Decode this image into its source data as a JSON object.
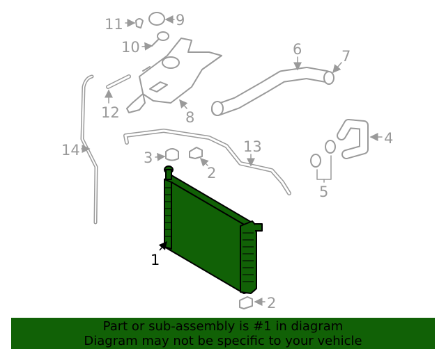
{
  "diagram": {
    "callouts": [
      "1",
      "2",
      "2",
      "3",
      "4",
      "5",
      "6",
      "7",
      "8",
      "9",
      "10",
      "11",
      "12",
      "13",
      "14"
    ],
    "highlight_color": "#116106",
    "line_color": "#9a9a9a"
  },
  "banner": {
    "line1": "Part or sub-assembly is #1 in diagram",
    "line2": "Diagram may not be specific to your vehicle",
    "background": "#116106"
  }
}
